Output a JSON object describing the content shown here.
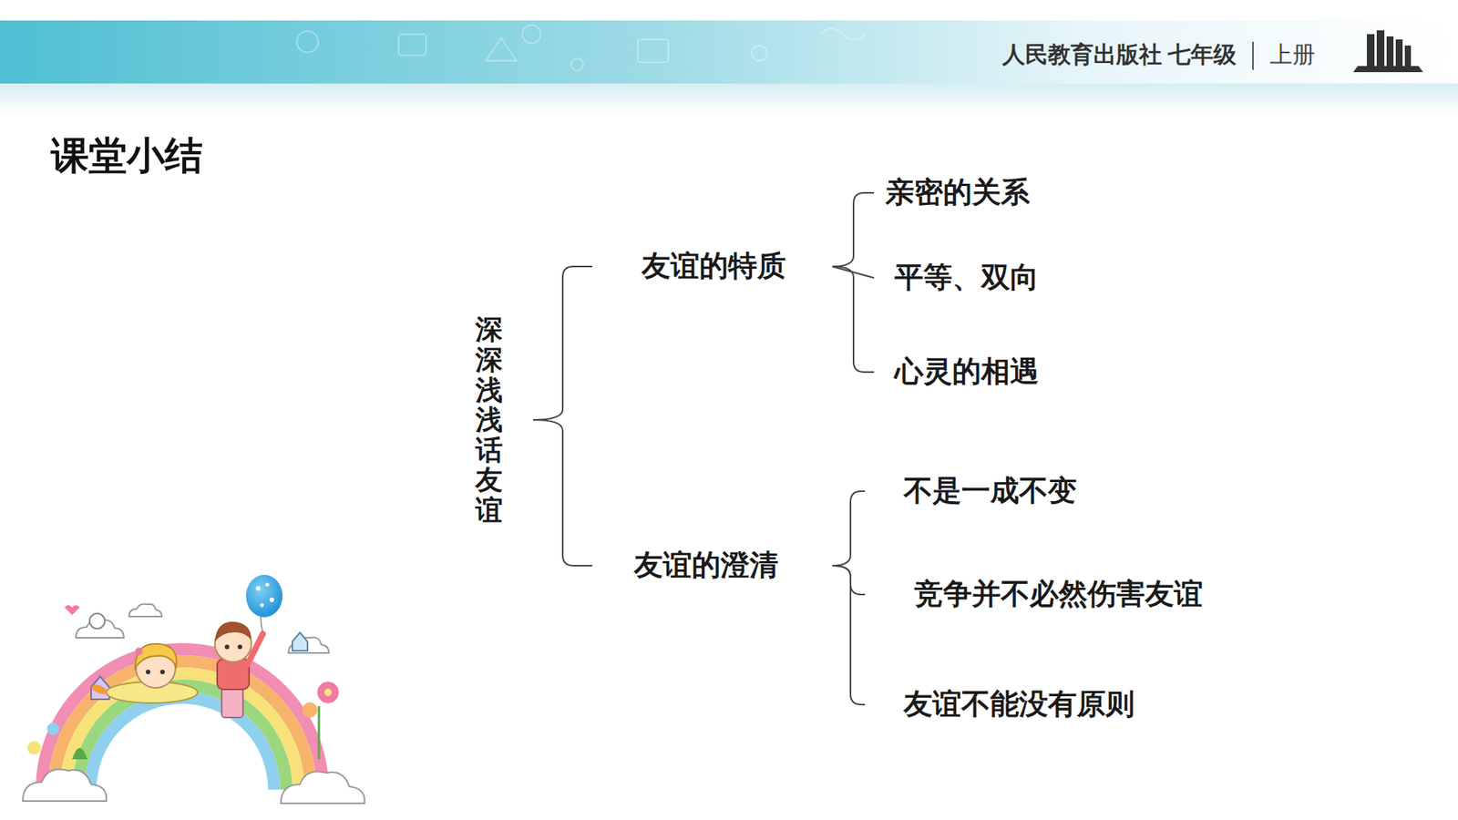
{
  "diagram": {
    "title": "课堂小结",
    "nodes": [
      {
        "text": [
          "深深浅浅话友谊"
        ]
      },
      {
        "text": [
          "友谊的特质"
        ]
      },
      {
        "text": [
          "亲密的关系"
        ]
      },
      {
        "text": [
          "平等、双向"
        ]
      },
      {
        "text": [
          "心灵的相遇"
        ]
      },
      {
        "text": [
          "友谊的澄清"
        ]
      },
      {
        "text": [
          "不是一成不变"
        ]
      },
      {
        "text": [
          "竞争并不必然伤害友谊"
        ]
      },
      {
        "text": [
          "友谊不能没有原则"
        ]
      }
    ],
    "edges": [
      {
        "from": 0,
        "to": 1,
        "arrow": "none"
      },
      {
        "from": 0,
        "to": 5,
        "arrow": "none"
      },
      {
        "from": 1,
        "to": 2,
        "arrow": "none"
      },
      {
        "from": 1,
        "to": 3,
        "arrow": "none"
      },
      {
        "from": 1,
        "to": 4,
        "arrow": "none"
      },
      {
        "from": 5,
        "to": 6,
        "arrow": "none"
      },
      {
        "from": 5,
        "to": 7,
        "arrow": "none"
      },
      {
        "from": 5,
        "to": 8,
        "arrow": "none"
      }
    ],
    "labels": [
      "人民教育出版社 七年级",
      "上册"
    ]
  }
}
